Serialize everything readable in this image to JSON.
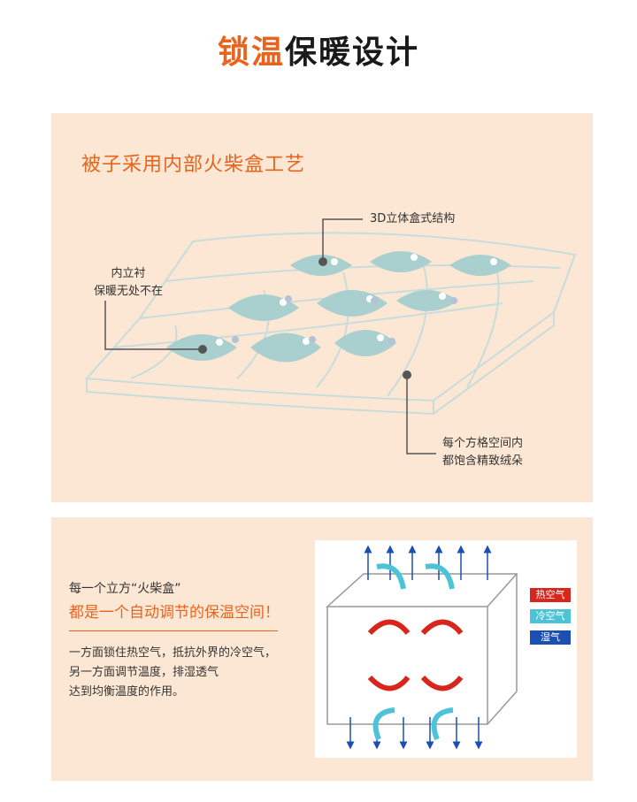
{
  "header": {
    "title_accent": "锁温",
    "title_rest": "保暖设计"
  },
  "section1": {
    "heading": "被子采用内部火柴盒工艺",
    "label_3d": "3D立体盒式结构",
    "label_inner": [
      "内立衬",
      "保暖无处不在"
    ],
    "label_grid": [
      "每个方格空间内",
      "都饱含精致绒朵"
    ],
    "colors": {
      "accent": "#e8641e",
      "fish": "#a9cfcf",
      "outline": "#c8dcdc"
    }
  },
  "section2": {
    "line1": "每一个立方“火柴盒”",
    "line2": "都是一个自动调节的保温空间！",
    "body": [
      "一方面锁住热空气，抵抗外界的冷空气，",
      "另一方面调节温度，排湿透气",
      "达到均衡温度的作用。"
    ],
    "legend": [
      {
        "label": "热空气",
        "color": "#d9261c"
      },
      {
        "label": "冷空气",
        "color": "#4dc3d8"
      },
      {
        "label": "湿气",
        "color": "#1b4fb3"
      }
    ]
  }
}
